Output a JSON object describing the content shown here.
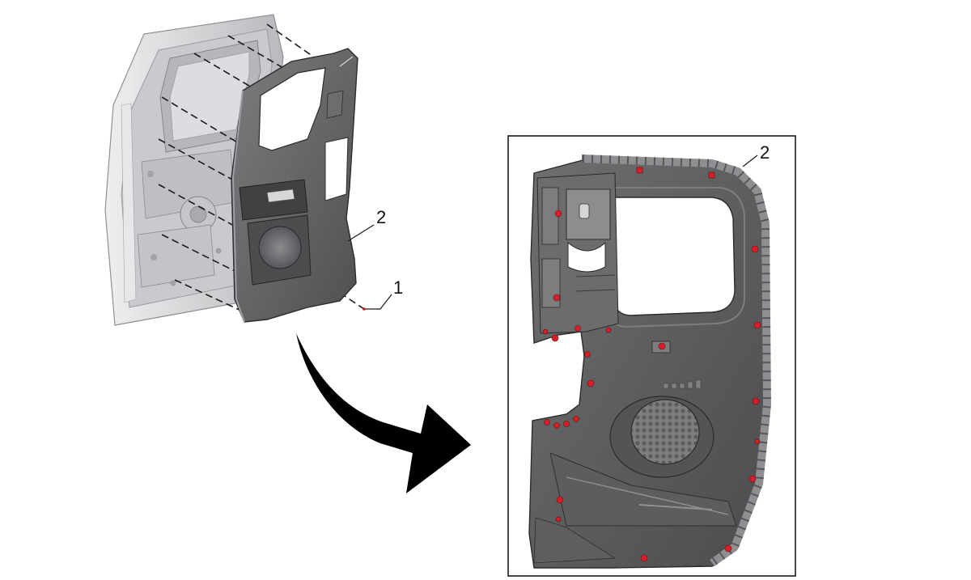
{
  "callouts": {
    "fastener": "1",
    "panel": "2",
    "panel_detail": "2"
  },
  "colors": {
    "door_shell": "#d2d3d5",
    "panel": "#5f6163",
    "clip_highlight": "#d81e27",
    "arrow": "#000000",
    "frame": "#1a1a1a"
  },
  "clip_count": 24
}
